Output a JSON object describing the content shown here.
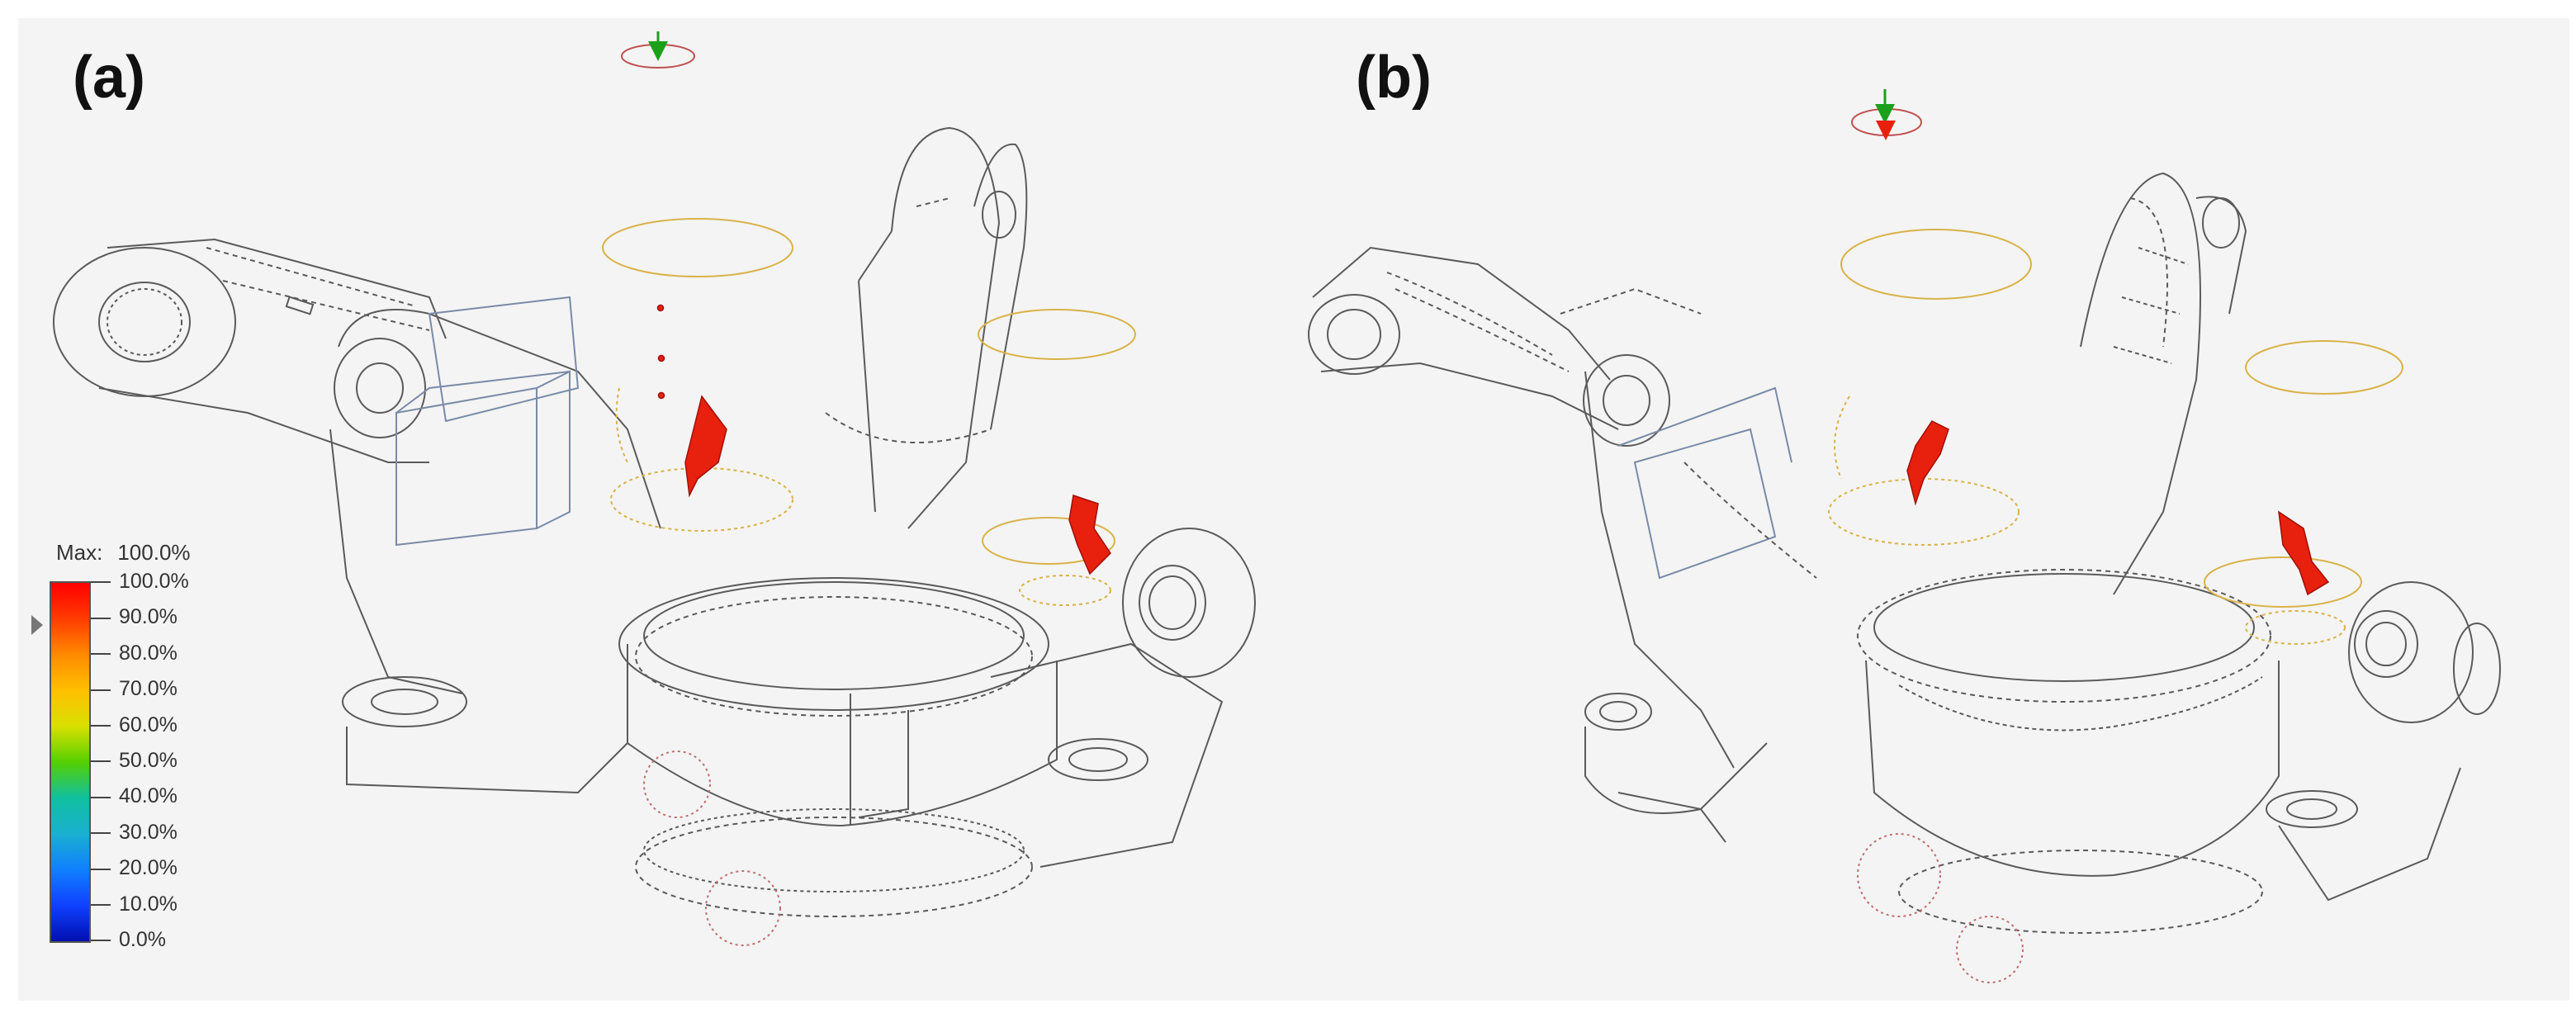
{
  "panels": [
    {
      "label": "(a)"
    },
    {
      "label": "(b)"
    }
  ],
  "legend": {
    "max_label": "Max:",
    "max_value": "100.0%",
    "ticks": [
      "100.0%",
      "90.0%",
      "80.0%",
      "70.0%",
      "60.0%",
      "50.0%",
      "40.0%",
      "30.0%",
      "20.0%",
      "10.0%",
      "0.0%"
    ],
    "pointer_value": 0.9
  },
  "colors": {
    "background": "#f4f4f4",
    "wireframe": "#5a5a5a",
    "hotspot": "#e8200e",
    "ring": "#d9b24a",
    "arrow": "#1aa01a"
  },
  "icons": [
    "orientation-arrow-icon"
  ]
}
